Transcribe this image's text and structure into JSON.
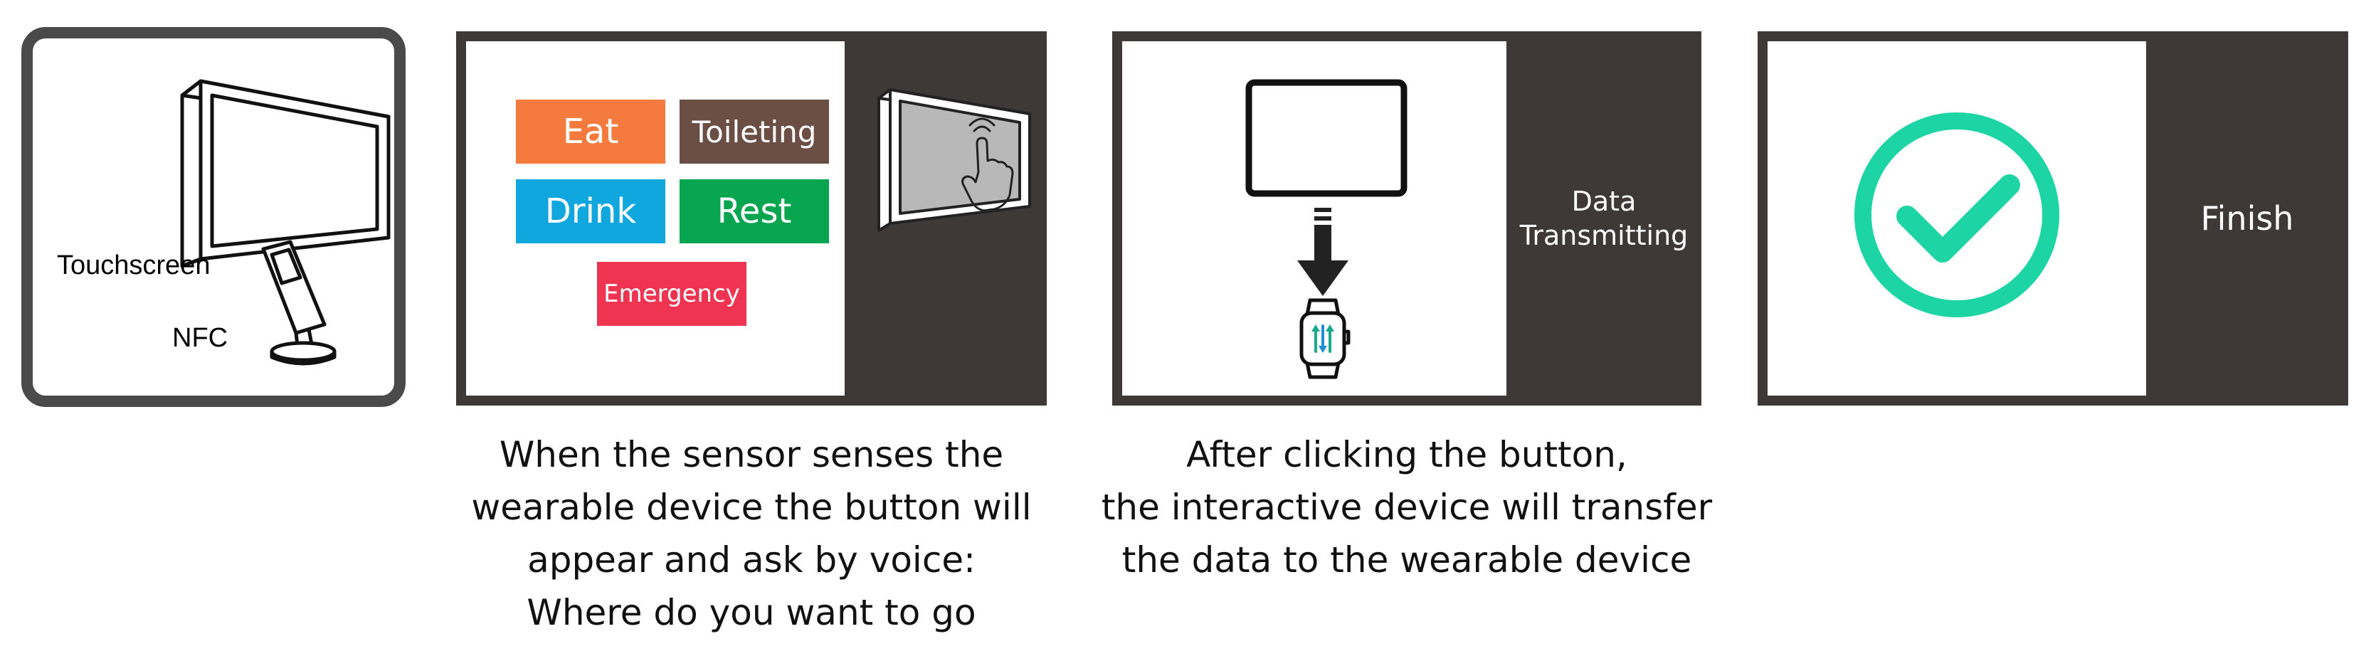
{
  "panel1": {
    "touchscreen_label": "Touchscreen",
    "nfc_label": "NFC"
  },
  "panel2": {
    "buttons": [
      {
        "label": "Eat",
        "color": "#f47a3e"
      },
      {
        "label": "Toileting",
        "color": "#6b4f45"
      },
      {
        "label": "Drink",
        "color": "#10a7df"
      },
      {
        "label": "Rest",
        "color": "#08a550"
      },
      {
        "label": "Emergency",
        "color": "#ee3450"
      }
    ]
  },
  "panel3": {
    "side_label_line1": "Data",
    "side_label_line2": "Transmitting"
  },
  "panel4": {
    "side_label": "Finish",
    "check_color": "#1dd4a4"
  },
  "captions": {
    "step2": [
      "When the sensor senses the",
      "wearable device the button will",
      "appear and ask by voice:",
      "Where do you want to go"
    ],
    "step3": [
      "After clicking the button,",
      "the interactive device will transfer",
      "the data to the wearable device"
    ]
  },
  "colors": {
    "frame_dark": "#3e3836",
    "frame_gray": "#4a4a4a"
  },
  "icons": [
    "touchscreen-monitor-icon",
    "nfc-reader-icon",
    "touch-hand-screen-icon",
    "tablet-icon",
    "down-arrow-icon",
    "smartwatch-icon",
    "checkmark-circle-icon"
  ]
}
